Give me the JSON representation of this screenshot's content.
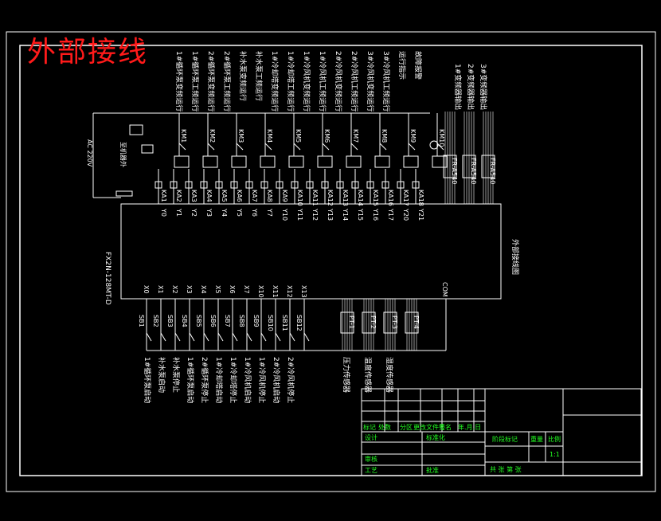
{
  "title": "外部接线",
  "plc": {
    "model": "FX2N-128MT-D",
    "diagram_label": "外部接线图",
    "com": "COM"
  },
  "power": {
    "voltage": "AC 220V",
    "supply_label": "至机器外"
  },
  "outputs": {
    "y_terminals": [
      "Y0",
      "Y1",
      "Y2",
      "Y3",
      "Y4",
      "Y5",
      "Y6",
      "Y7",
      "Y10",
      "Y11",
      "Y12",
      "Y13",
      "Y14",
      "Y15",
      "Y16",
      "Y17",
      "Y20",
      "Y21"
    ],
    "relays": [
      "KA1",
      "KA2",
      "KA3",
      "KA4",
      "KA5",
      "KA6",
      "KA7",
      "KA8",
      "KA9",
      "KA10",
      "KA11",
      "KA12",
      "KA13",
      "KA14",
      "KA15",
      "KA16",
      "KA17",
      "KA18"
    ],
    "km": [
      "KM1",
      "KM2",
      "KM3",
      "KM4",
      "KM5",
      "KM6",
      "KM7",
      "KM8",
      "KM9",
      "KM10"
    ],
    "descriptions": [
      "1#循环泵变频运行",
      "1#循环泵工频运行",
      "2#循环泵变频运行",
      "2#循环泵工频运行",
      "补水泵变频运行",
      "补水泵工频运行",
      "1#冷却塔变频运行",
      "1#冷却塔工频运行",
      "1#冷风机变频运行",
      "1#冷风机工频运行",
      "2#冷风机变频运行",
      "2#冷风机工频运行",
      "3#冷风机变频运行",
      "3#冷风机工频运行",
      "运行指示",
      "故障报警"
    ],
    "inverter_labels": [
      "FR-A540",
      "FR-A540",
      "FR-A540"
    ],
    "inverter_desc": [
      "1#变频器输出",
      "2#变频器输出",
      "3#变频器输出"
    ]
  },
  "inputs": {
    "x_terminals": [
      "X0",
      "X1",
      "X2",
      "X3",
      "X4",
      "X5",
      "X6",
      "X7",
      "X10",
      "X11",
      "X12",
      "X13"
    ],
    "switches": [
      "SB1",
      "SB2",
      "SB3",
      "SB4",
      "SB5",
      "SB6",
      "SB7",
      "SB8",
      "SB9",
      "SB10",
      "SB11",
      "SB12"
    ],
    "descriptions": [
      "1#循环泵启动",
      "补水泵启动",
      "补水泵停止",
      "1#循环泵启动",
      "2#循环泵停止",
      "1#冷却塔启动",
      "1#冷却塔停止",
      "1#冷风机启动",
      "1#冷风机停止",
      "2#冷风机启动",
      "2#冷风机停止"
    ],
    "sensors": [
      "PT-1",
      "PT-2",
      "PT-3",
      "PT-4"
    ],
    "sensor_desc": [
      "压力传感器",
      "温度传感器",
      "湿度传感器"
    ]
  },
  "title_block": {
    "rows": [
      "标记",
      "处数",
      "分区",
      "更改文件号",
      "签名",
      "年.月.日"
    ],
    "design": "设计",
    "standard": "标准化",
    "review": "审核",
    "process": "工艺",
    "approve": "批准",
    "stage_mark": "阶段标记",
    "weight": "重量",
    "scale": "比例",
    "scale_value": "1:1",
    "sheet_info": "共 张 第 张"
  },
  "colors": {
    "title": "#ff1a1a",
    "lines": "#ffffff",
    "table_text": "#22ff22",
    "background": "#000000"
  }
}
